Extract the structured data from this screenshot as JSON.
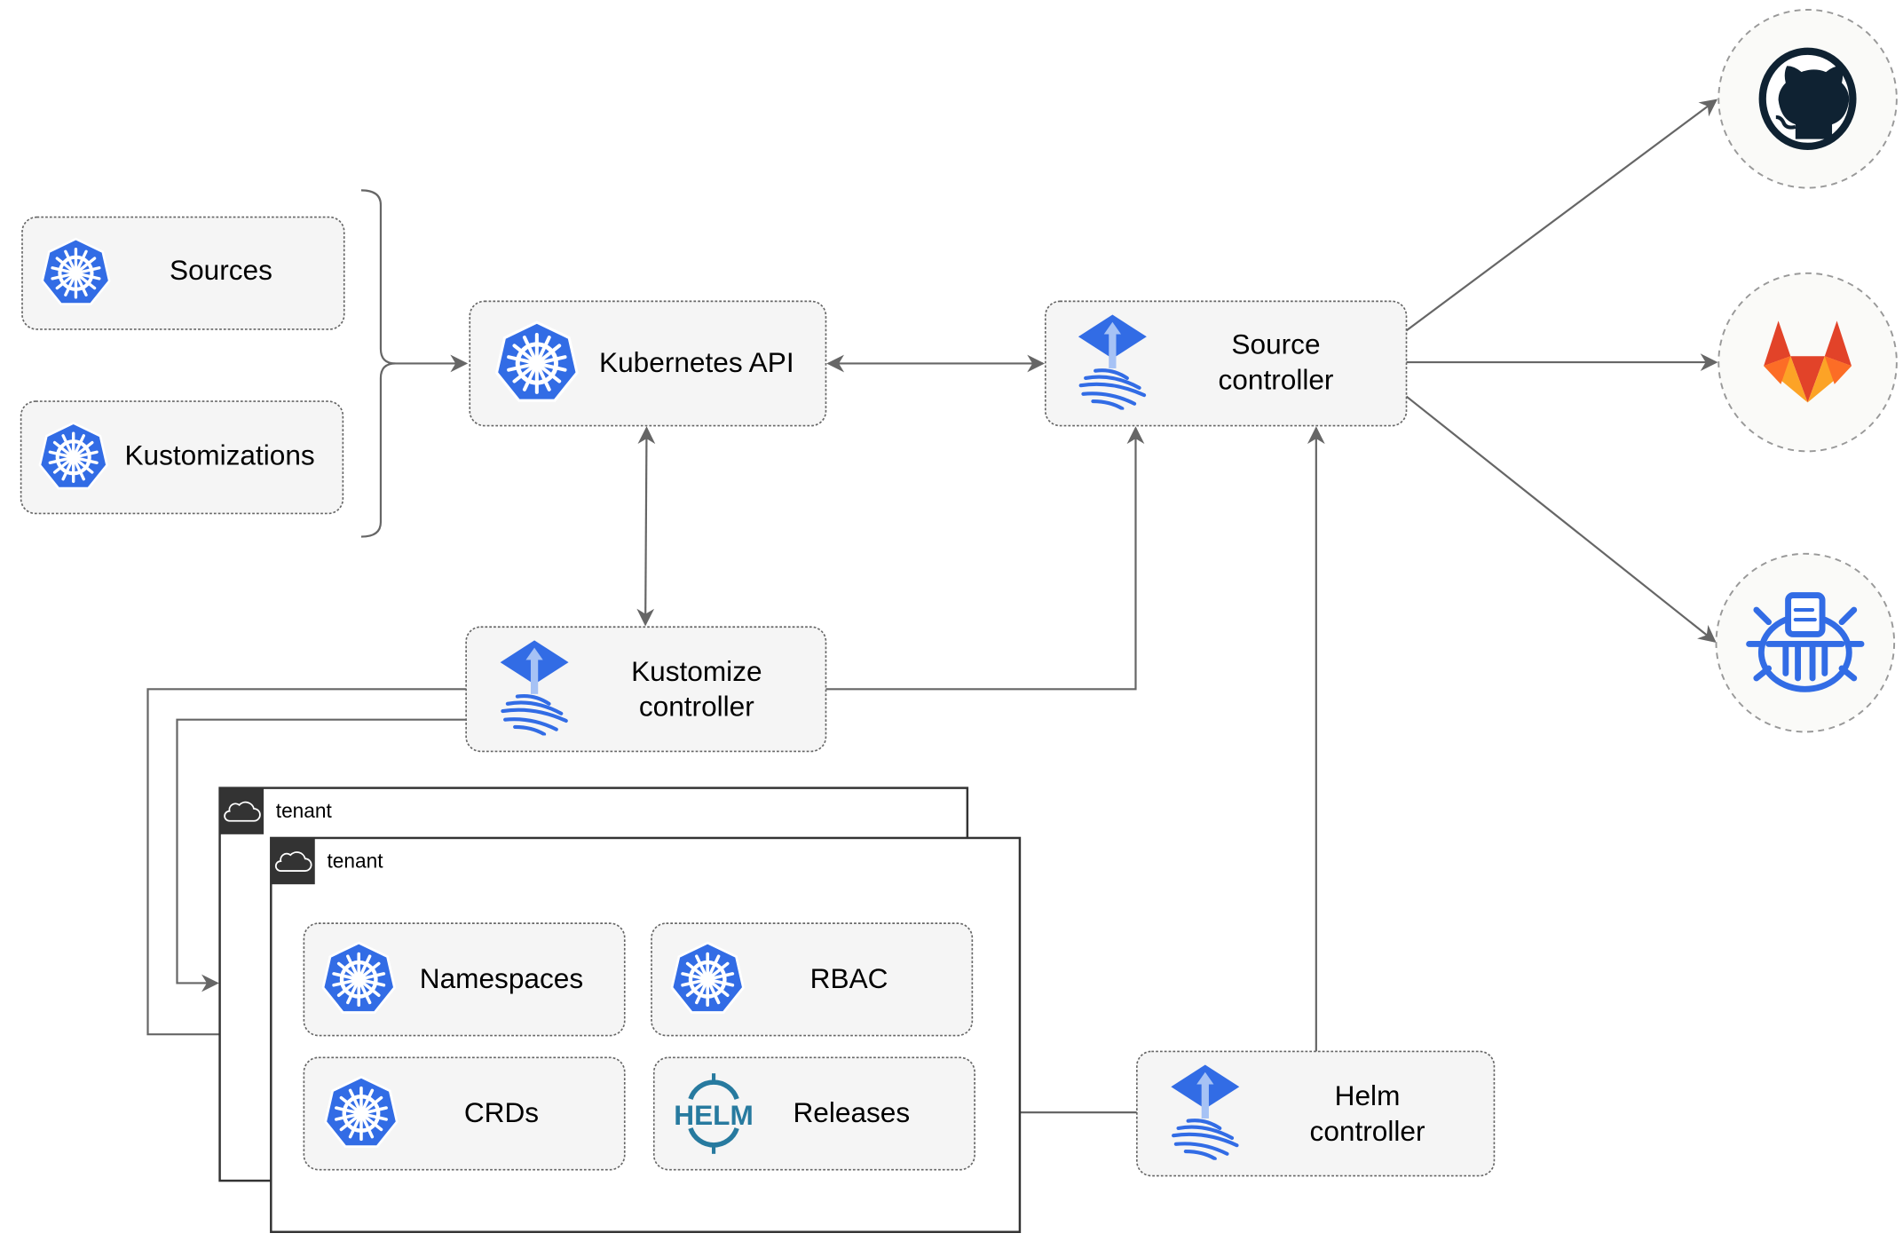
{
  "colors": {
    "kubernetes_blue": "#326ce5",
    "flux_blue": "#326ce5",
    "helm_teal": "#277a9f",
    "github_dark": "#0f2232",
    "gitlab_orange": "#e24329",
    "edge_gray": "#666666",
    "tenant_header": "#333333"
  },
  "inputs": [
    {
      "label": "Sources",
      "icon": "kubernetes-icon"
    },
    {
      "label": "Kustomizations",
      "icon": "kubernetes-icon"
    }
  ],
  "nodes": {
    "kubernetes_api": {
      "label": "Kubernetes API",
      "icon": "kubernetes-icon"
    },
    "source_controller": {
      "line1": "Source",
      "line2": "controller",
      "icon": "flux-icon"
    },
    "kustomize_controller": {
      "line1": "Kustomize",
      "line2": "controller",
      "icon": "flux-icon"
    },
    "helm_controller": {
      "line1": "Helm",
      "line2": "controller",
      "icon": "flux-icon"
    }
  },
  "tenants": [
    {
      "label": "tenant",
      "icon": "cloud-icon"
    },
    {
      "label": "tenant",
      "icon": "cloud-icon"
    }
  ],
  "tenant_resources": [
    {
      "label": "Namespaces",
      "icon": "kubernetes-icon"
    },
    {
      "label": "RBAC",
      "icon": "kubernetes-icon"
    },
    {
      "label": "CRDs",
      "icon": "kubernetes-icon"
    },
    {
      "label": "Releases",
      "icon": "helm-icon",
      "icon_text": "HELM"
    }
  ],
  "external_sources": [
    {
      "icon": "github-icon"
    },
    {
      "icon": "gitlab-icon"
    },
    {
      "icon": "bucket-icon"
    }
  ]
}
